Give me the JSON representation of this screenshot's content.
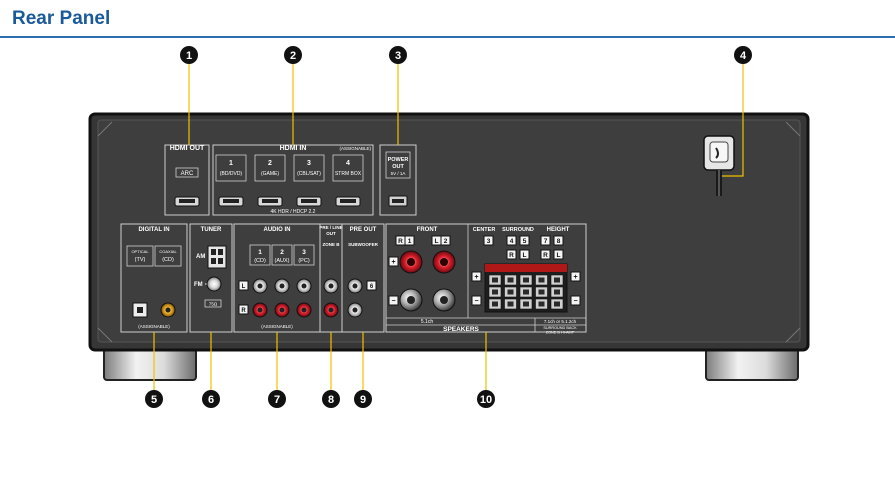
{
  "page": {
    "title": "Rear Panel",
    "accent_color": "#1a5a9a"
  },
  "callouts": [
    "1",
    "2",
    "3",
    "4",
    "5",
    "6",
    "7",
    "8",
    "9",
    "10"
  ],
  "panel": {
    "hdmi_out": {
      "title": "HDMI OUT",
      "arc": "ARC"
    },
    "hdmi_in": {
      "title": "HDMI IN",
      "assignable": "(ASSIGNABLE)",
      "inputs": [
        {
          "num": "1",
          "name": "(BD/DVD)"
        },
        {
          "num": "2",
          "name": "(GAME)"
        },
        {
          "num": "3",
          "name": "(CBL/SAT)"
        },
        {
          "num": "4",
          "name": "STRM BOX"
        }
      ],
      "footnote": "4K HDR / HDCP 2.2"
    },
    "power_out": {
      "line1": "POWER",
      "line2": "OUT",
      "rating": "5V / 1A"
    },
    "digital_in": {
      "title": "DIGITAL IN",
      "optical": "OPTICAL",
      "optical_name": "(TV)",
      "coaxial": "COAXIAL",
      "coaxial_name": "(CD)",
      "assignable": "(ASSIGNABLE)"
    },
    "tuner": {
      "title": "TUNER",
      "am": "AM",
      "fm": "FM",
      "ohm": "75Ω"
    },
    "audio_in": {
      "title": "AUDIO IN",
      "inputs": [
        {
          "num": "1",
          "name": "(CD)"
        },
        {
          "num": "2",
          "name": "(AUX)"
        },
        {
          "num": "3",
          "name": "(PC)"
        }
      ],
      "left": "L",
      "right": "R",
      "assignable": "(ASSIGNABLE)"
    },
    "pre_line_out": {
      "line1": "PRE / LINE",
      "line2": "OUT",
      "zone": "ZONE B"
    },
    "pre_out": {
      "title": "PRE OUT",
      "subwoofer": "SUBWOOFER",
      "channel": "6"
    },
    "speakers": {
      "front": "FRONT",
      "front_r": "R",
      "front_r_ch": "1",
      "front_l": "L",
      "front_l_ch": "2",
      "center": "CENTER",
      "center_ch": "3",
      "surround": "SURROUND",
      "surround_ch_r": "4",
      "surround_ch_l": "5",
      "height": "HEIGHT",
      "height_ch_r": "7",
      "height_ch_l": "8",
      "r": "R",
      "l": "L",
      "plus": "+",
      "minus": "−",
      "front_note": "5.1ch",
      "height_note": "7.1ch or 5.1.2ch",
      "title": "SPEAKERS",
      "footer_line1": "SURROUND BACK",
      "footer_line2": "ZONE B HI-AMP"
    }
  }
}
